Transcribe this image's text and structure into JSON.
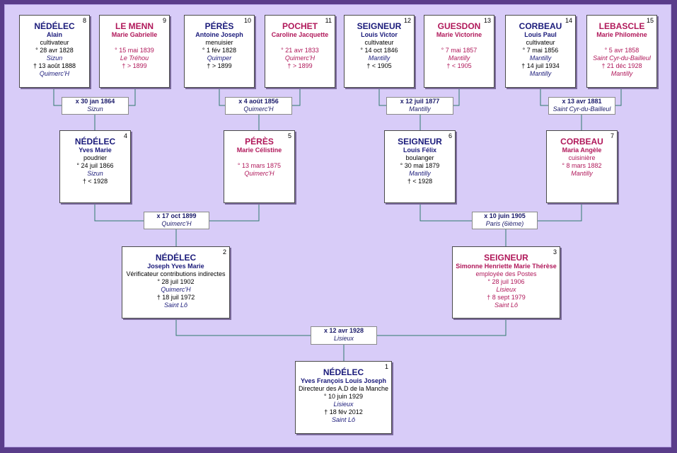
{
  "persons": [
    {
      "id": "p8",
      "num": "8",
      "sex": "m",
      "surname": "NÉDÉLEC",
      "given": "Alain",
      "occupation": "cultivateur",
      "birth": "° 28 avr 1828",
      "birth_place": "Sizun",
      "death": "† 13 août 1888",
      "death_place": "Quimerc'H"
    },
    {
      "id": "p9",
      "num": "9",
      "sex": "f",
      "surname": "LE MENN",
      "given": "Marie Gabrielle",
      "occupation": "",
      "birth": "° 15 mai 1839",
      "birth_place": "Le Tréhou",
      "death": "† > 1899",
      "death_place": ""
    },
    {
      "id": "p10",
      "num": "10",
      "sex": "m",
      "surname": "PÉRÈS",
      "given": "Antoine Joseph",
      "occupation": "menuisier",
      "birth": "° 1 fév 1828",
      "birth_place": "Quimper",
      "death": "† > 1899",
      "death_place": ""
    },
    {
      "id": "p11",
      "num": "11",
      "sex": "f",
      "surname": "POCHET",
      "given": "Caroline Jacquette",
      "occupation": "",
      "birth": "° 21 avr 1833",
      "birth_place": "Quimerc'H",
      "death": "† > 1899",
      "death_place": ""
    },
    {
      "id": "p12",
      "num": "12",
      "sex": "m",
      "surname": "SEIGNEUR",
      "given": "Louis Victor",
      "occupation": "cultivateur",
      "birth": "° 14 oct 1846",
      "birth_place": "Mantilly",
      "death": "† < 1905",
      "death_place": ""
    },
    {
      "id": "p13",
      "num": "13",
      "sex": "f",
      "surname": "GUESDON",
      "given": "Marie Victorine",
      "occupation": "",
      "birth": "° 7 mai 1857",
      "birth_place": "Mantilly",
      "death": "† < 1905",
      "death_place": ""
    },
    {
      "id": "p14",
      "num": "14",
      "sex": "m",
      "surname": "CORBEAU",
      "given": "Louis Paul",
      "occupation": "cultivateur",
      "birth": "° 7 mai 1856",
      "birth_place": "Mantilly",
      "death": "† 14 juil 1934",
      "death_place": "Mantilly"
    },
    {
      "id": "p15",
      "num": "15",
      "sex": "f",
      "surname": "LEBASCLE",
      "given": "Marie Philomène",
      "occupation": "",
      "birth": "° 5 avr 1858",
      "birth_place": "Saint Cyr-du-Bailleul",
      "death": "† 21 déc 1928",
      "death_place": "Mantilly"
    },
    {
      "id": "p4",
      "num": "4",
      "sex": "m",
      "surname": "NÉDÉLEC",
      "given": "Yves Marie",
      "occupation": "poudrier",
      "birth": "° 24 juil 1866",
      "birth_place": "Sizun",
      "death": "† < 1928",
      "death_place": ""
    },
    {
      "id": "p5",
      "num": "5",
      "sex": "f",
      "surname": "PÉRÈS",
      "given": "Marie Célistine",
      "occupation": "",
      "birth": "° 13 mars 1875",
      "birth_place": "Quimerc'H",
      "death": "",
      "death_place": ""
    },
    {
      "id": "p6",
      "num": "6",
      "sex": "m",
      "surname": "SEIGNEUR",
      "given": "Louis Félix",
      "occupation": "boulanger",
      "birth": "° 30 mai 1879",
      "birth_place": "Mantilly",
      "death": "† < 1928",
      "death_place": ""
    },
    {
      "id": "p7",
      "num": "7",
      "sex": "f",
      "surname": "CORBEAU",
      "given": "Maria Angèle",
      "occupation": "cuisinière",
      "birth": "° 8 mars 1882",
      "birth_place": "Mantilly",
      "death": "",
      "death_place": ""
    },
    {
      "id": "p2",
      "num": "2",
      "sex": "m",
      "surname": "NÉDÉLEC",
      "given": "Joseph Yves Marie",
      "occupation": "Vérificateur contributions indirectes",
      "birth": "° 28 juil 1902",
      "birth_place": "Quimerc'H",
      "death": "† 18 juil 1972",
      "death_place": "Saint Lô"
    },
    {
      "id": "p3",
      "num": "3",
      "sex": "f",
      "surname": "SEIGNEUR",
      "given": "Simonne Henriette Marie Thérèse",
      "occupation": "employée des Postes",
      "birth": "° 28 juil 1906",
      "birth_place": "Lisieux",
      "death": "† 8 sept 1979",
      "death_place": "Saint Lô"
    },
    {
      "id": "p1",
      "num": "1",
      "sex": "m",
      "surname": "NÉDÉLEC",
      "given": "Yves François Louis Joseph",
      "occupation": "Directeur des A.D de la Manche",
      "birth": "° 10 juin 1929",
      "birth_place": "Lisieux",
      "death": "† 18 fév 2012",
      "death_place": "Saint Lô"
    }
  ],
  "marriages": [
    {
      "id": "m89",
      "date": "x 30 jan 1864",
      "place": "Sizun"
    },
    {
      "id": "m1011",
      "date": "x 4 août 1856",
      "place": "Quimerc'H"
    },
    {
      "id": "m1213",
      "date": "x 12 juil 1877",
      "place": "Mantilly"
    },
    {
      "id": "m1415",
      "date": "x 13 avr 1881",
      "place": "Saint Cyr-du-Bailleul"
    },
    {
      "id": "m45",
      "date": "x 17 oct 1899",
      "place": "Quimerc'H"
    },
    {
      "id": "m67",
      "date": "x 10 juin 1905",
      "place": "Paris (6ième)"
    },
    {
      "id": "m23",
      "date": "x 12 avr 1928",
      "place": "Lisieux"
    }
  ],
  "colors": {
    "male": "#1a1a7a",
    "female": "#b0185a",
    "link": "#2f7a6e",
    "frame": "#5a3d8a",
    "background": "#d8ccf8"
  }
}
